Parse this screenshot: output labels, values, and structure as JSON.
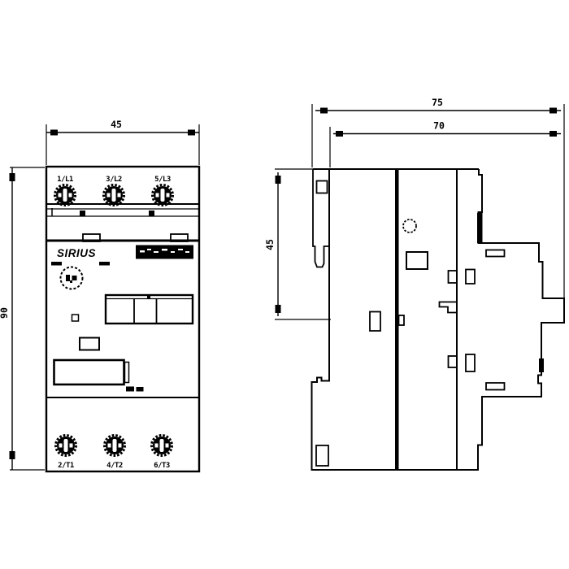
{
  "front_view": {
    "brand": "SIRIUS",
    "top_terminals": [
      "1/L1",
      "3/L2",
      "5/L3"
    ],
    "bottom_terminals": [
      "2/T1",
      "4/T2",
      "6/T3"
    ]
  },
  "dimensions": {
    "front_width": "45",
    "front_height": "90",
    "side_total_depth": "75",
    "side_body_depth": "70",
    "side_upper_height": "45"
  },
  "colors": {
    "line": "#000000",
    "background": "#ffffff"
  }
}
